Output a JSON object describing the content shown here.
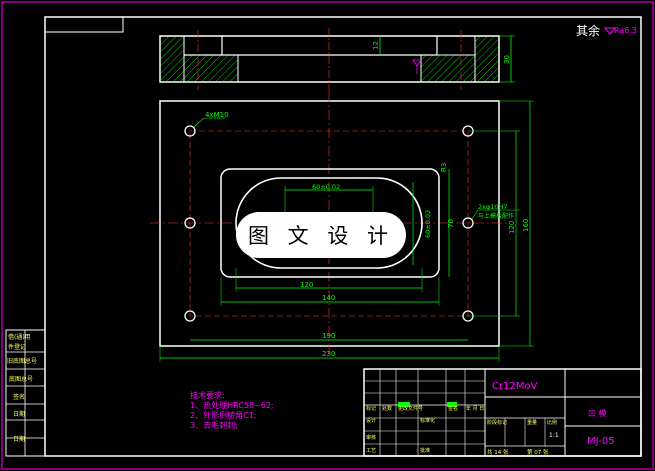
{
  "drawing": {
    "surface_note": "其余",
    "roughness": "Ra6.3",
    "material": "Cr12MoV",
    "part_name": "凹 模",
    "drawing_no": "MJ-05",
    "watermark": "图 文 设 计",
    "tech_req": {
      "title": "技术要求:",
      "items": [
        "1、热处理HRC58~62;",
        "2、外形倒棱角C1;",
        "3、去毛刺刺;"
      ]
    },
    "dims": {
      "thickness": "30",
      "recess_depth": "12",
      "hole_callout": "4xM10",
      "hole2_callout": "2xφ10H7",
      "hole2_note": "与上模板配作",
      "slot_width": "60±0.02",
      "slot_height": "60±0.02",
      "cavity_width": "120",
      "cavity_height": "70",
      "corner_r": "R3",
      "pitch_x": "140",
      "hole_span_x": "190",
      "plate_width": "230",
      "pitch_y": "120",
      "plate_height": "160"
    },
    "side_labels": [
      "借(通)用",
      "件登记",
      "旧底图总号",
      "底图总号",
      "签名",
      "日期",
      "日期"
    ],
    "title_block": {
      "labels": [
        "标记",
        "处数",
        "更改文件号",
        "签名",
        "年 月 日",
        "设计",
        "标准化",
        "审核",
        "工艺",
        "批准"
      ],
      "stage_header": [
        "阶段标记",
        "重量",
        "比例"
      ],
      "scale": "1:1",
      "sheets": "共 14 张",
      "sheet_no": "第 07 张"
    }
  },
  "colors": {
    "frame": "#ffffff",
    "dimension": "#00ff00",
    "center": "#ff3030",
    "text_yellow": "#ffff55",
    "hatch": "#00ff00",
    "magenta": "#ff00ff"
  }
}
